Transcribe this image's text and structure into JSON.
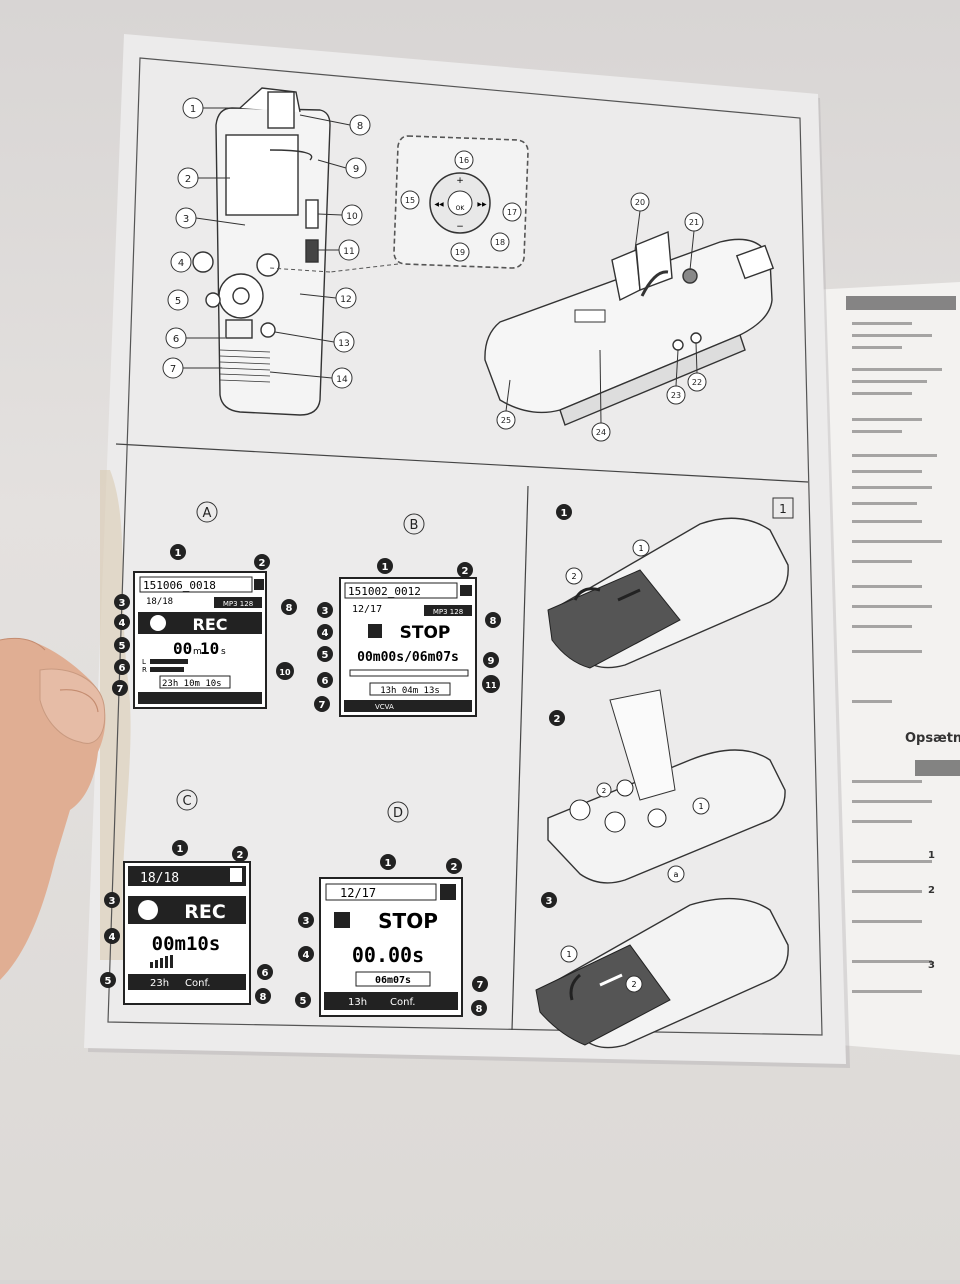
{
  "callouts": {
    "c1": "1",
    "c2": "2",
    "c3": "3",
    "c4": "4",
    "c5": "5",
    "c6": "6",
    "c7": "7",
    "c8": "8",
    "c9": "9",
    "c10": "10",
    "c11": "11",
    "c12": "12",
    "c13": "13",
    "c14": "14",
    "c15": "15",
    "c16": "16",
    "c17": "17",
    "c18": "18",
    "c19": "19",
    "c20": "20",
    "c21": "21",
    "c22": "22",
    "c23": "23",
    "c24": "24",
    "c25": "25"
  },
  "nav_pad": {
    "plus": "+",
    "minus": "−",
    "ok": "OK",
    "left": "◀◀",
    "right": "▶▶"
  },
  "section_labels": {
    "a": "A",
    "b": "B",
    "c": "C",
    "d": "D",
    "page_box": "1"
  },
  "display_a": {
    "file": "151006_0018",
    "folder": "18/18",
    "format": "MP3 128",
    "status": "REC",
    "time_main": "00",
    "time_m": "m",
    "time_sec": "10",
    "time_s": "s",
    "remaining": "23h 10m 10s",
    "level_l": "L",
    "level_r": "R"
  },
  "display_b": {
    "file": "151002_0012",
    "folder": "12/17",
    "format": "MP3 128",
    "status": "STOP",
    "time": "00m00s/06m07s",
    "remaining": "13h 04m 13s",
    "icons_row": "VCVA"
  },
  "display_c": {
    "folder": "18/18",
    "status": "REC",
    "time": "00m10s",
    "remaining": "23h",
    "scene": "Conf."
  },
  "display_d": {
    "folder": "12/17",
    "status": "STOP",
    "time": "00.00s",
    "length": "06m07s",
    "remaining": "13h",
    "scene": "Conf."
  },
  "battery_steps": {
    "s1": "1",
    "s2": "2",
    "s3": "3",
    "sub1": "1",
    "sub2": "2",
    "a": "a"
  },
  "right_page_fragments": {
    "line1": "Opsætni",
    "n1": "1",
    "n2": "2",
    "n3": "3"
  },
  "colors": {
    "paper": "#ecebeb",
    "ink": "#2a2a2a",
    "skin": "#e2b49a",
    "background": "#dcd9d6"
  }
}
